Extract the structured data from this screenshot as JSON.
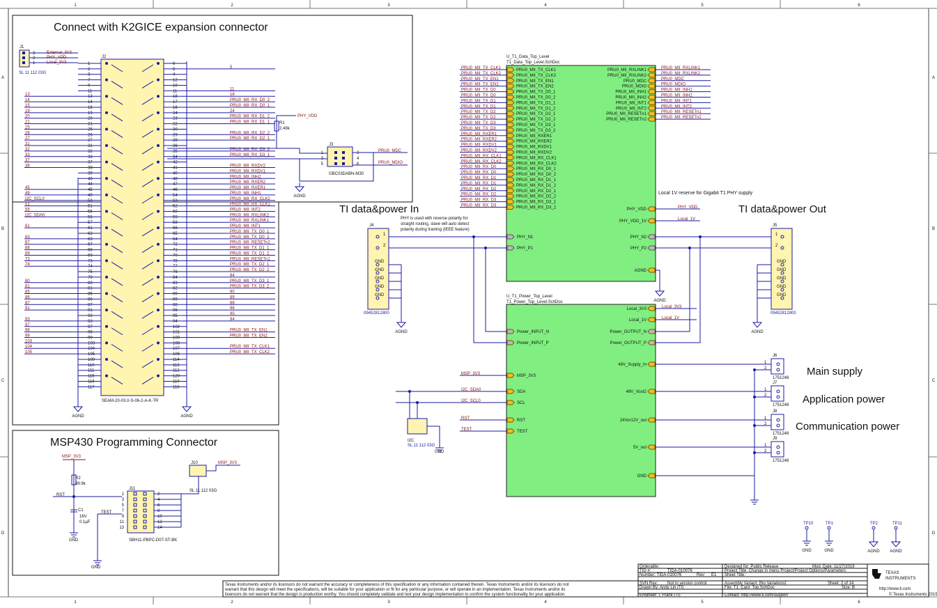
{
  "rulers": {
    "cols": [
      "1",
      "2",
      "3",
      "4",
      "5",
      "6"
    ],
    "rows": [
      "A",
      "B",
      "C",
      "D"
    ]
  },
  "k2gice": {
    "title": "Connect with K2GICE expansion connector",
    "j1": {
      "ref": "J1",
      "part": "SL 11 112 03G",
      "pins": [
        "3",
        "2",
        "1"
      ],
      "nets": [
        "External_3V3",
        "PHY_VDD",
        "Local_3V3"
      ]
    },
    "j2": {
      "ref": "J2",
      "part": "SEAM-20-03.0-S-06-2-A-K-TR",
      "left_pins": [
        "1",
        "2",
        "3",
        "7",
        "9",
        "11",
        "13",
        "14",
        "15",
        "19",
        "20",
        "21",
        "25",
        "26",
        "27",
        "31",
        "32",
        "33",
        "37",
        "38",
        "39",
        "43",
        "44",
        "45",
        "49",
        "50",
        "51",
        "55",
        "56",
        "57",
        "61",
        "62",
        "63",
        "67",
        "68",
        "69",
        "73",
        "74",
        "75",
        "79",
        "80",
        "81",
        "85",
        "86",
        "87",
        "91",
        "92",
        "93",
        "97",
        "98",
        "99",
        "103",
        "104",
        "105",
        "109",
        "110",
        "111",
        "115",
        "116",
        "117"
      ],
      "right_pins": [
        "6",
        "5",
        "4",
        "12",
        "10",
        "11",
        "18",
        "17",
        "16",
        "24",
        "23",
        "22",
        "30",
        "29",
        "28",
        "36",
        "35",
        "34",
        "42",
        "41",
        "40",
        "48",
        "47",
        "46",
        "54",
        "53",
        "52",
        "60",
        "59",
        "58",
        "66",
        "65",
        "64",
        "72",
        "71",
        "70",
        "78",
        "77",
        "76",
        "84",
        "83",
        "82",
        "90",
        "89",
        "88",
        "96",
        "95",
        "94",
        "102",
        "101",
        "100",
        "108",
        "107",
        "106",
        "114",
        "113",
        "112",
        "120",
        "119",
        "118"
      ]
    },
    "left_nets": [
      "",
      "",
      "",
      "",
      "",
      "",
      "13",
      "14",
      "15",
      "19",
      "20",
      "21",
      "25",
      "26",
      "27",
      "31",
      "32",
      "33",
      "37",
      "38",
      "",
      "",
      "",
      "45",
      "49",
      "I2C_SCL0",
      "51",
      "55",
      "I2C_SDA0",
      "",
      "61",
      "",
      "63",
      "67",
      "68",
      "69",
      "73",
      "74",
      "",
      "",
      "80",
      "81",
      "85",
      "86",
      "87",
      "91",
      "",
      "93",
      "97",
      "98",
      "99",
      "103",
      "104",
      "105",
      "",
      "",
      "",
      "",
      "",
      ""
    ],
    "right_nets": [
      "",
      "5",
      "",
      "",
      "",
      "11",
      "18",
      "PRU0_MII_RX_D0_2",
      "PRU0_MII_RX_D0_1",
      "24",
      "PRU0_MII_RX_D1_2",
      "PRU0_MII_RX_D1_1",
      "",
      "PRU0_MII_RX_D2_2",
      "PRU0_MII_RX_D2_1",
      "",
      "PRU0_MII_RX_D3_2",
      "PRU0_MII_RX_D3_1",
      "",
      "PRU0_MII_RXDV2",
      "PRU0_MII_RXDV1",
      "PRU0_MII_INH2",
      "PRU0_MII_RXER2",
      "PRU0_MII_RXER1",
      "PRU0_MII_INH1",
      "PRU0_MII_RX_CLK2",
      "PRU0_MII_RX_CLK1",
      "PRU0_MII_INT2",
      "PRU0_MII_RXLINK2",
      "PRU0_MII_RXLINK1",
      "PRU0_MII_INT1",
      "PRU0_MII_TX_D0_1",
      "PRU0_MII_TX_D0_2",
      "PRU0_MII_RESETn2",
      "PRU0_MII_TX_D1_1",
      "PRU0_MII_TX_D1_2",
      "PRU0_MII_RESETn1",
      "PRU0_MII_TX_D2_1",
      "PRU0_MII_TX_D2_2",
      "84",
      "PRU0_MII_TX_D3_1",
      "PRU0_MII_TX_D3_2",
      "90",
      "89",
      "88",
      "96",
      "95",
      "94",
      "",
      "PRU0_MII_TX_EN1",
      "PRU0_MII_TX_EN2",
      "",
      "PRU0_MII_TX_CLK1",
      "PRU0_MII_TX_CLK2",
      "",
      "",
      "",
      "",
      "",
      ""
    ],
    "r1": {
      "ref": "R1",
      "value": "2.49k",
      "net": "PHY_VDD"
    },
    "j3": {
      "ref": "J3",
      "part": "GBC03DABN-M30",
      "pins_left": [
        "1",
        "3",
        "5"
      ],
      "pins_right": [
        "2",
        "4",
        "6"
      ],
      "net_mdc": "PRU0_MDC",
      "net_mdio": "PRU0_MDIO"
    },
    "agnd": "AGND"
  },
  "msp430": {
    "title": "MSP430 Programming Connector",
    "net_msp3v3": "MSP_3V3",
    "net_rst": "RST",
    "net_test": "TEST",
    "gnd": "GND",
    "r2": {
      "ref": "R2",
      "value": "49.9k"
    },
    "c1": {
      "ref": "C1",
      "voltage": "16V",
      "value": "0.1µF"
    },
    "j11": {
      "ref": "J11",
      "part": "SBH11-PBPC-D07-ST-BK",
      "left": [
        "1",
        "3",
        "5",
        "7",
        "9",
        "11",
        "13"
      ],
      "right": [
        "2",
        "4",
        "6",
        "8",
        "10",
        "12",
        "14"
      ]
    },
    "j10": {
      "ref": "J10",
      "part": "SL 11 112 03G",
      "net": "MSP_3V3"
    }
  },
  "data_block": {
    "name": "U_T1_Data_Top_Level",
    "file": "T1_Data_Top_Level.SchDoc",
    "left_ports": [
      "PRU0_MII_TX_CLK1",
      "PRU0_MII_TX_CLK2",
      "PRU0_MII_TX_EN1",
      "PRU0_MII_TX_EN2",
      "PRU0_MII_TX_D0_1",
      "PRU0_MII_TX_D0_2",
      "PRU0_MII_TX_D1_1",
      "PRU0_MII_TX_D1_2",
      "PRU0_MII_TX_D2_1",
      "PRU0_MII_TX_D2_2",
      "PRU0_MII_TX_D3_1",
      "PRU0_MII_TX_D3_2",
      "PRU0_MII_RXER1",
      "PRU0_MII_RXER2",
      "PRU0_MII_RXDV1",
      "PRU0_MII_RXDV2",
      "PRU0_MII_RX_CLK1",
      "PRU0_MII_RX_CLK2",
      "PRU0_MII_RX_D0_1",
      "PRU0_MII_RX_D0_2",
      "PRU0_MII_RX_D1_1",
      "PRU0_MII_RX_D1_2",
      "PRU0_MII_RX_D2_1",
      "PRU0_MII_RX_D2_2",
      "PRU0_MII_RX_D3_1",
      "PRU0_MII_RX_D3_2"
    ],
    "left_nets": [
      "PRU0_MII_TX_CLK1",
      "PRU0_MII_TX_CLK2",
      "PRU0_MII_TX_EN1",
      "PRU0_MII_TX_EN2",
      "PRU0_MII_TX_D0",
      "PRU0_MII_TX_D0",
      "PRU0_MII_TX_D1",
      "PRU0_MII_TX_D1",
      "PRU0_MII_TX_D2",
      "PRU0_MII_TX_D2",
      "PRU0_MII_TX_D3",
      "PRU0_MII_TX_D3",
      "PRU0_MII_RXER1",
      "PRU0_MII_RXER2",
      "PRU0_MII_RXDV1",
      "PRU0_MII_RXDV2",
      "PRU0_MII_RX_CLK1",
      "PRU0_MII_RX_CLK2",
      "PRU0_MII_RX_D0",
      "PRU0_MII_RX_D0",
      "PRU0_MII_RX_D1",
      "PRU0_MII_RX_D1",
      "PRU0_MII_RX_D2",
      "PRU0_MII_RX_D2",
      "PRU0_MII_RX_D3",
      "PRU0_MII_RX_D3"
    ],
    "right_ports": [
      "PRU0_MII_RXLINK1",
      "PRU0_MII_RXLINK2",
      "PRU0_MDC",
      "PRU0_MDIO",
      "PRU0_MII_INH1",
      "PRU0_MII_INH2",
      "PRU0_MII_INT1",
      "PRU0_MII_INT2",
      "PRU0_MII_RESETn1",
      "PRU0_MII_RESETn2"
    ],
    "right_nets": [
      "PRU0_MII_RXLINK1",
      "PRU0_MII_RXLINK2",
      "PRU0_MDC",
      "PRU0_MDIO",
      "PRU0_MII_INH1",
      "PRU0_MII_INH2",
      "PRU0_MII_INT1",
      "PRU0_MII_INT2",
      "PRU0_MII_RESETn1",
      "PRU0_MII_RESETn2"
    ],
    "phy_ports_left": [
      "PHY_N1",
      "PHY_P1"
    ],
    "phy_ports_right": [
      "PHY_N2",
      "PHY_P2"
    ],
    "pwr_ports_right": [
      "PHY_VDD",
      "PHY_VDD_1V",
      "AGND"
    ],
    "pwr_nets_right": [
      "PHY_VDD",
      "Local_1V",
      ""
    ],
    "note": "Local 1V reserve for Gigabit T1 PHY supply"
  },
  "power_block": {
    "name": "U_T1_Power_Top_Level",
    "file": "T1_Power_Top_Level.SchDoc",
    "left_ports": [
      "Power_INPUT_N",
      "Power_INPUT_P",
      "MSP_3V3",
      "SDA",
      "SCL",
      "RST",
      "TEST"
    ],
    "left_nets": [
      "",
      "",
      "MSP_3V3",
      "I2C_SDA0",
      "I2C_SCL0",
      "RST",
      "TEST"
    ],
    "right_ports": [
      "Local_3V3",
      "Local_1V",
      "Power_OUTPUT_N",
      "Power_OUTPUT_P",
      "48V_Supply_In",
      "48V_Vout2",
      "24Vor12V_out",
      "5V_out",
      "GND"
    ],
    "right_nets": [
      "Local_3V3",
      "Local_1V",
      "",
      "",
      "",
      "",
      "",
      "",
      ""
    ]
  },
  "io": {
    "in_title": "TI data&power In",
    "out_title": "TI data&power Out",
    "phy_note": [
      "PHY is used with reverse polarity for",
      "straight routing, slave will auto detect",
      "polarity during training (IEEE feature)"
    ],
    "j4": {
      "ref": "J4",
      "part": "09452812800"
    },
    "j5": {
      "ref": "J5",
      "part": "09452812800"
    },
    "pins": [
      "1",
      "2"
    ],
    "gnd_labels": [
      "GND",
      "GND",
      "GND",
      "GND",
      "GND"
    ],
    "agnd": "AGND"
  },
  "i2c": {
    "ref": "I2C",
    "part": "SL 11 112 03G",
    "gnd": "GND"
  },
  "supply": {
    "connectors": [
      {
        "ref": "J6",
        "part": "1751248"
      },
      {
        "ref": "J7",
        "part": "1751248"
      },
      {
        "ref": "J8",
        "part": "1751248"
      },
      {
        "ref": "J9",
        "part": "1751248"
      }
    ],
    "pins": [
      "1",
      "2"
    ],
    "main": "Main supply",
    "app": "Application power",
    "comm": "Communication power"
  },
  "testpoints": [
    {
      "ref": "TP10",
      "net": "GND"
    },
    {
      "ref": "TP1",
      "net": "GND"
    },
    {
      "ref": "TP2",
      "net": "AGND"
    },
    {
      "ref": "TP11",
      "net": "AGND"
    }
  ],
  "titleblock": {
    "disclaimer": [
      "Texas Instruments and/or its licensors do not warrant the accuracy or completeness of this specification or any information contained therein. Texas Instruments and/or its licensors do not",
      "warrant that this design will meet the specifications, will be suitable for your application or fit for any particular purpose, or will operate in an implementation. Texas Instruments and/or its",
      "licensors do not warrant that the design is production worthy. You should completely validate and test your design implementation to confirm the system functionality for your application."
    ],
    "orderable": "Orderable:",
    "tid": "TID #:",
    "tid_val": "TIDA-010076",
    "number": "Number: TIDA-010076",
    "rev": "Rev:",
    "rev_val": "E1",
    "svn": "SVN Rev:",
    "svn_val": "Not in version control",
    "drawn": "Drawn By: Andy Lin (TI)",
    "engineer": "Engineer: I. Frank (TI)",
    "designed": "Designed for: Public Release",
    "mod": "Mod. Date: 11/27/2019",
    "project": "Project Title: Change in menu Project/Project Options/Parameters",
    "sheet_title": "Sheet Title:",
    "assembly": "Assembly Variant: [No Variations]",
    "sheet": "Sheet: 2  of  14",
    "file": "File: T1_Card_Top.SchDoc",
    "size": "Size: B",
    "contact": "Contact: http://www.ti.com/support",
    "url": "http://www.ti.com",
    "copyright": "© Texas Instruments  2019",
    "logo": "TEXAS INSTRUMENTS"
  }
}
